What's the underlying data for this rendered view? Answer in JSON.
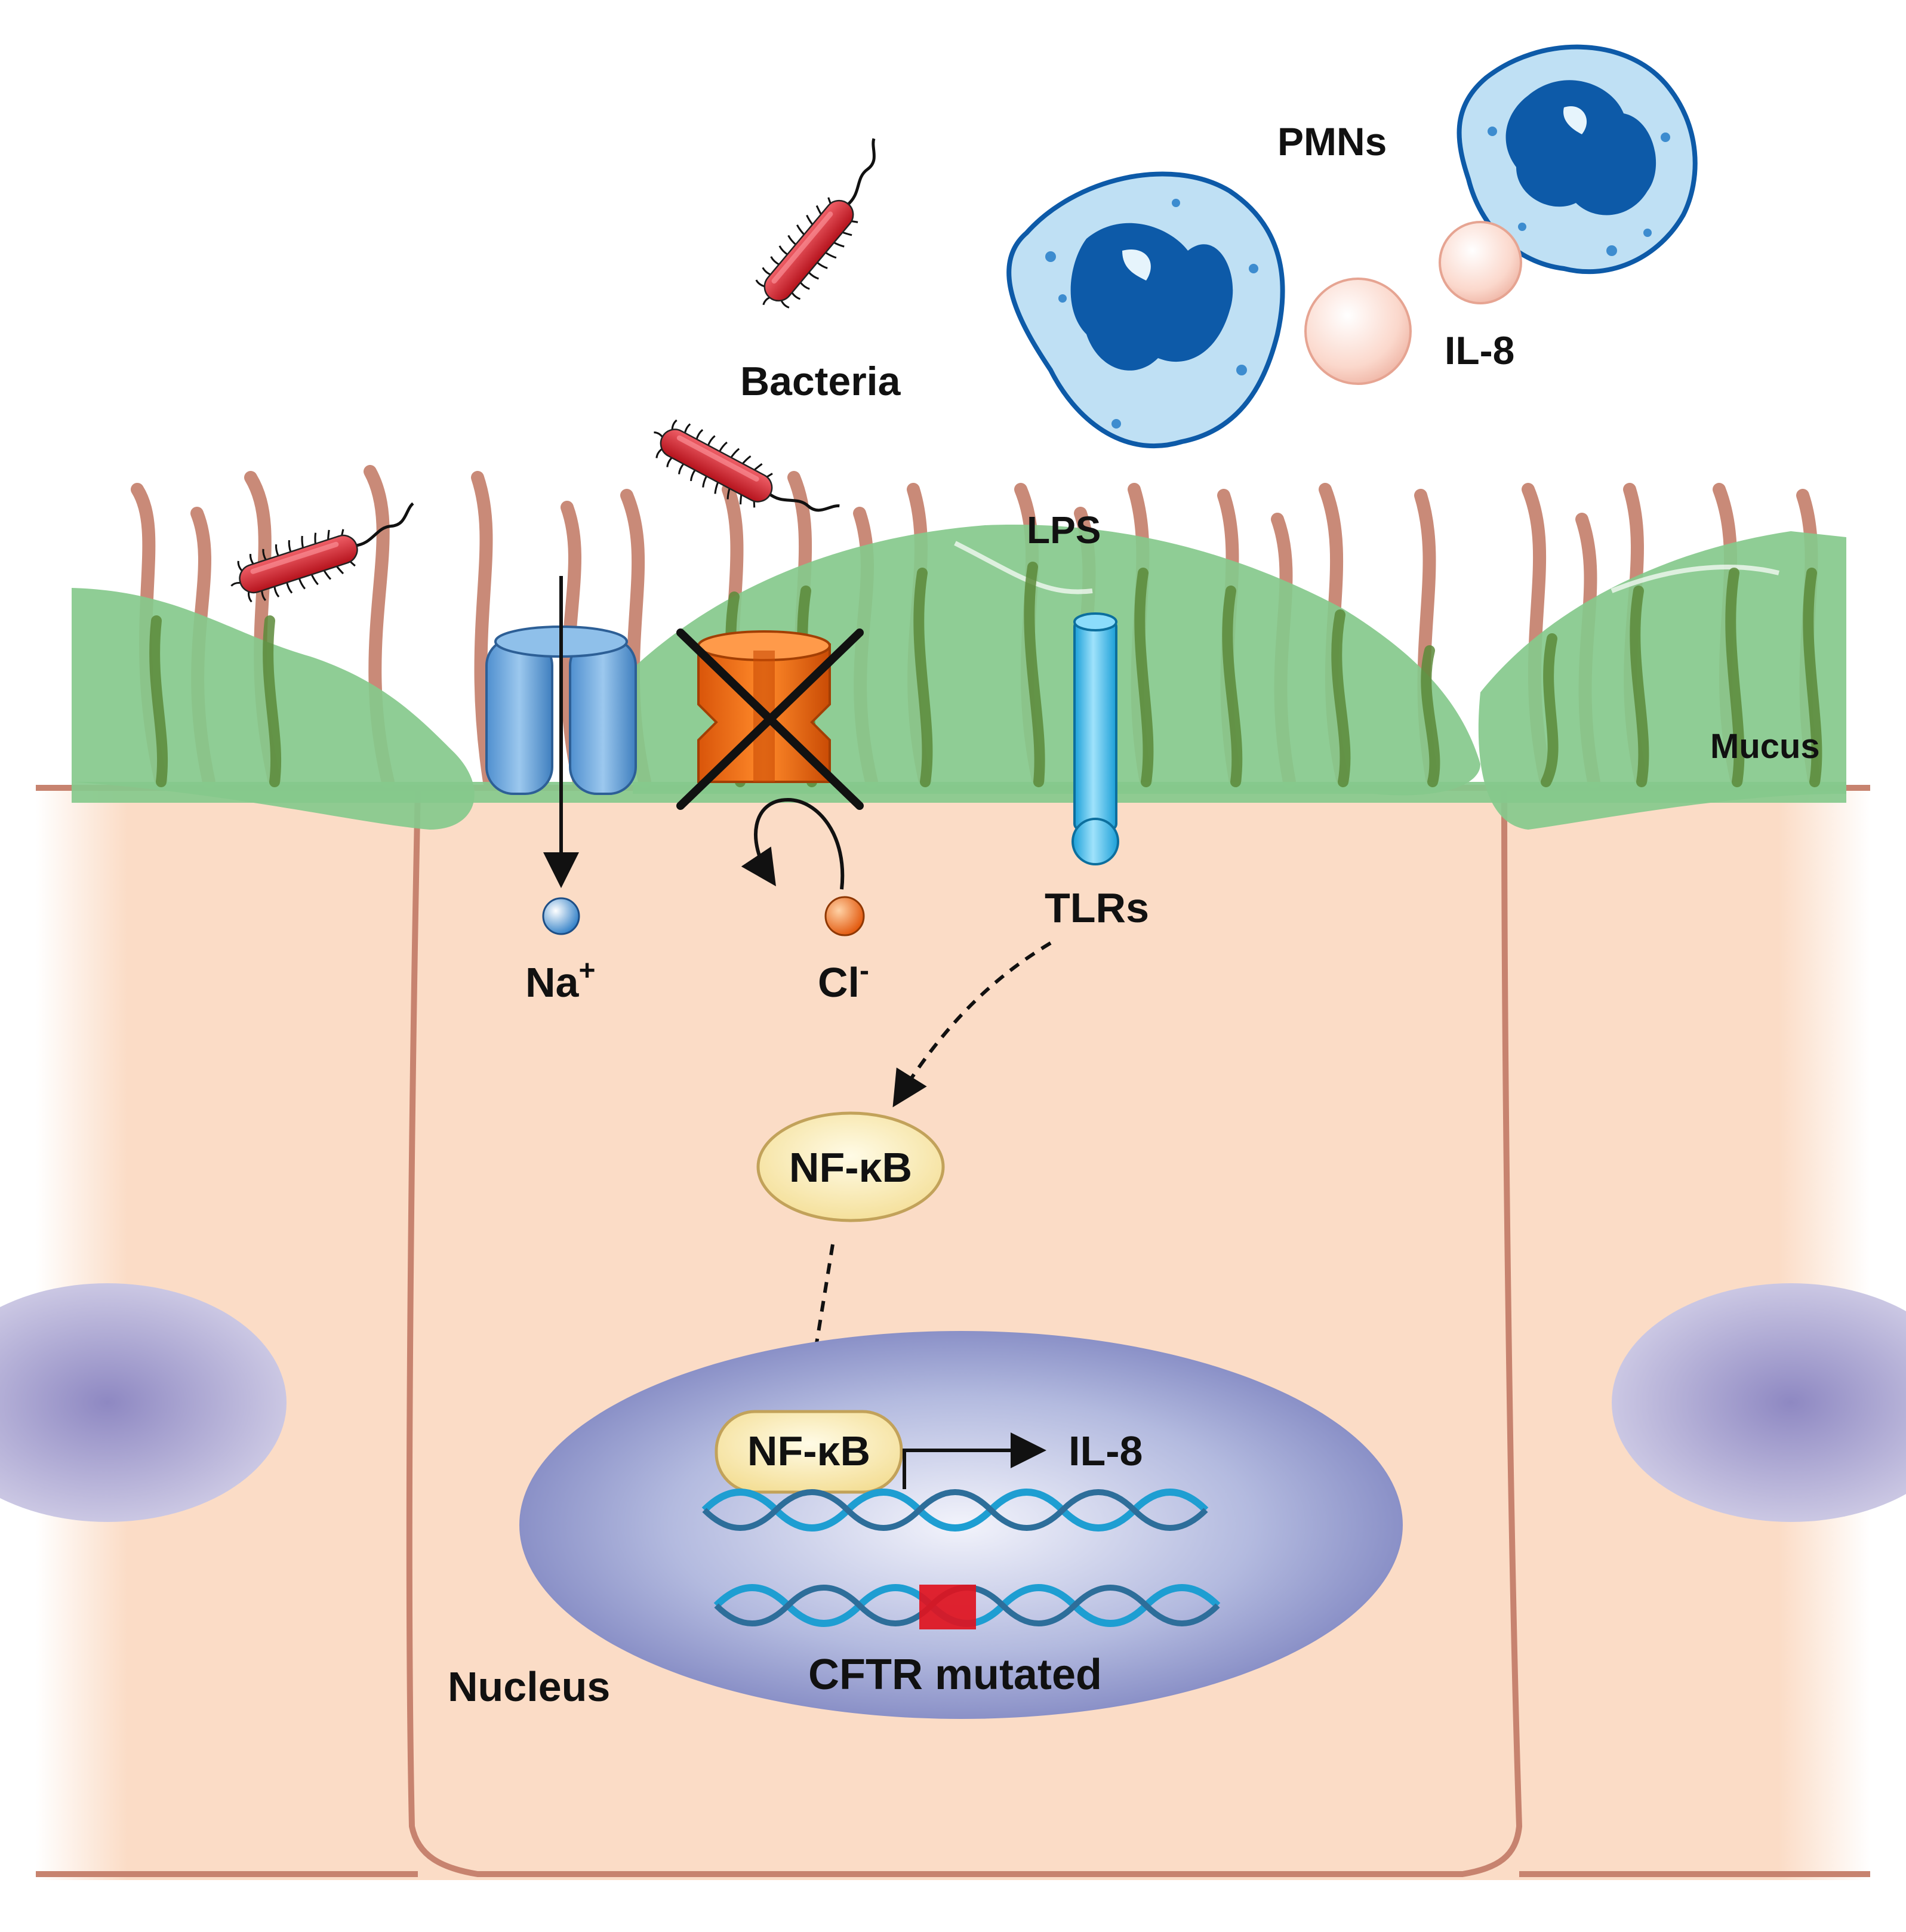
{
  "labels": {
    "pmns": "PMNs",
    "bacteria": "Bacteria",
    "il8_top": "IL-8",
    "lps": "LPS",
    "mucus": "Mucus",
    "na_ion": "Na",
    "na_charge": "+",
    "cl_ion": "Cl",
    "cl_charge": "-",
    "tlrs": "TLRs",
    "nfkb_cytoplasm": "NF-κB",
    "nfkb_nucleus": "NF-κB",
    "il8_gene_output": "IL-8",
    "nucleus": "Nucleus",
    "cftr_mutated": "CFTR mutated"
  },
  "colors": {
    "cilia": "#c98a78",
    "mucus": "#86c98c",
    "cytoplasm": "#fbdcc6",
    "membrane": "#c7836f",
    "sodium_channel": "#6aa6d9",
    "cftr_channel": "#f06a12",
    "tlr": "#2fb3ea",
    "bacteria": "#d9242e",
    "pmn_cell": "#bfe0f4",
    "pmn_nucleus": "#0d5aa8",
    "il8_particle": "#fbd6cc",
    "nfkb": "#f8e7a8",
    "nucleus": "#9fa8d4",
    "dna": "#2aa9d6",
    "mutation": "#e0121e"
  }
}
